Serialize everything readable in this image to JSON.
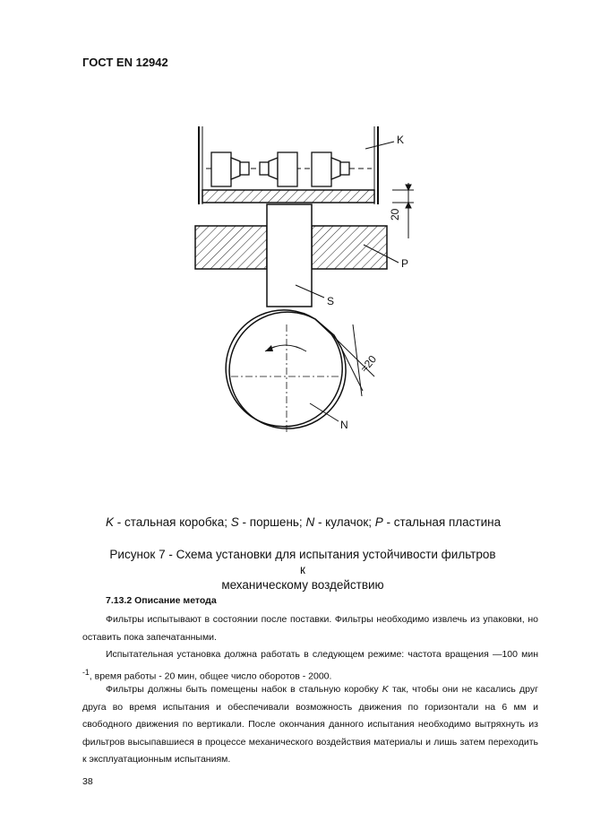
{
  "header": {
    "standard": "ГОСТ EN 12942"
  },
  "figure": {
    "labels": {
      "box": "K",
      "plate": "P",
      "piston": "S",
      "cam": "N",
      "dim_gap": "20",
      "dim_cam": "≈20"
    }
  },
  "legend": {
    "k_sym": "K",
    "k_text": " - стальная коробка; ",
    "s_sym": "S",
    "s_text": " - поршень; ",
    "n_sym": "N",
    "n_text": " - кулачок; ",
    "p_sym": "P",
    "p_text": " - стальная пластина"
  },
  "caption": {
    "line1": "Рисунок 7 - Схема установки для испытания устойчивости фильтров к",
    "line2": "механическому воздействию"
  },
  "section": {
    "heading": "7.13.2 Описание метода"
  },
  "paragraphs": {
    "p1": "Фильтры испытывают в состоянии после поставки. Фильтры необходимо извлечь из упаковки, но оставить пока запечатанными.",
    "p2a": "Испытательная установка должна работать в следующем режиме: частота вращения —100 мин ",
    "p2sup": "-1",
    "p2b": ", время работы - 20 мин, общее число оборотов - 2000.",
    "p3a": "Фильтры должны быть помещены набок в стальную коробку ",
    "p3sym": "K",
    "p3b": " так, чтобы они не касались друг друга во время испытания и обеспечивали возможность движения по горизонтали на 6 мм и свободного движения по вертикали. После окончания данного испытания необходимо вытряхнуть из фильтров высыпавшиеся в процессе механического воздействия материалы и лишь затем переходить к эксплуатационным испытаниям."
  },
  "footer": {
    "page_number": "38"
  }
}
